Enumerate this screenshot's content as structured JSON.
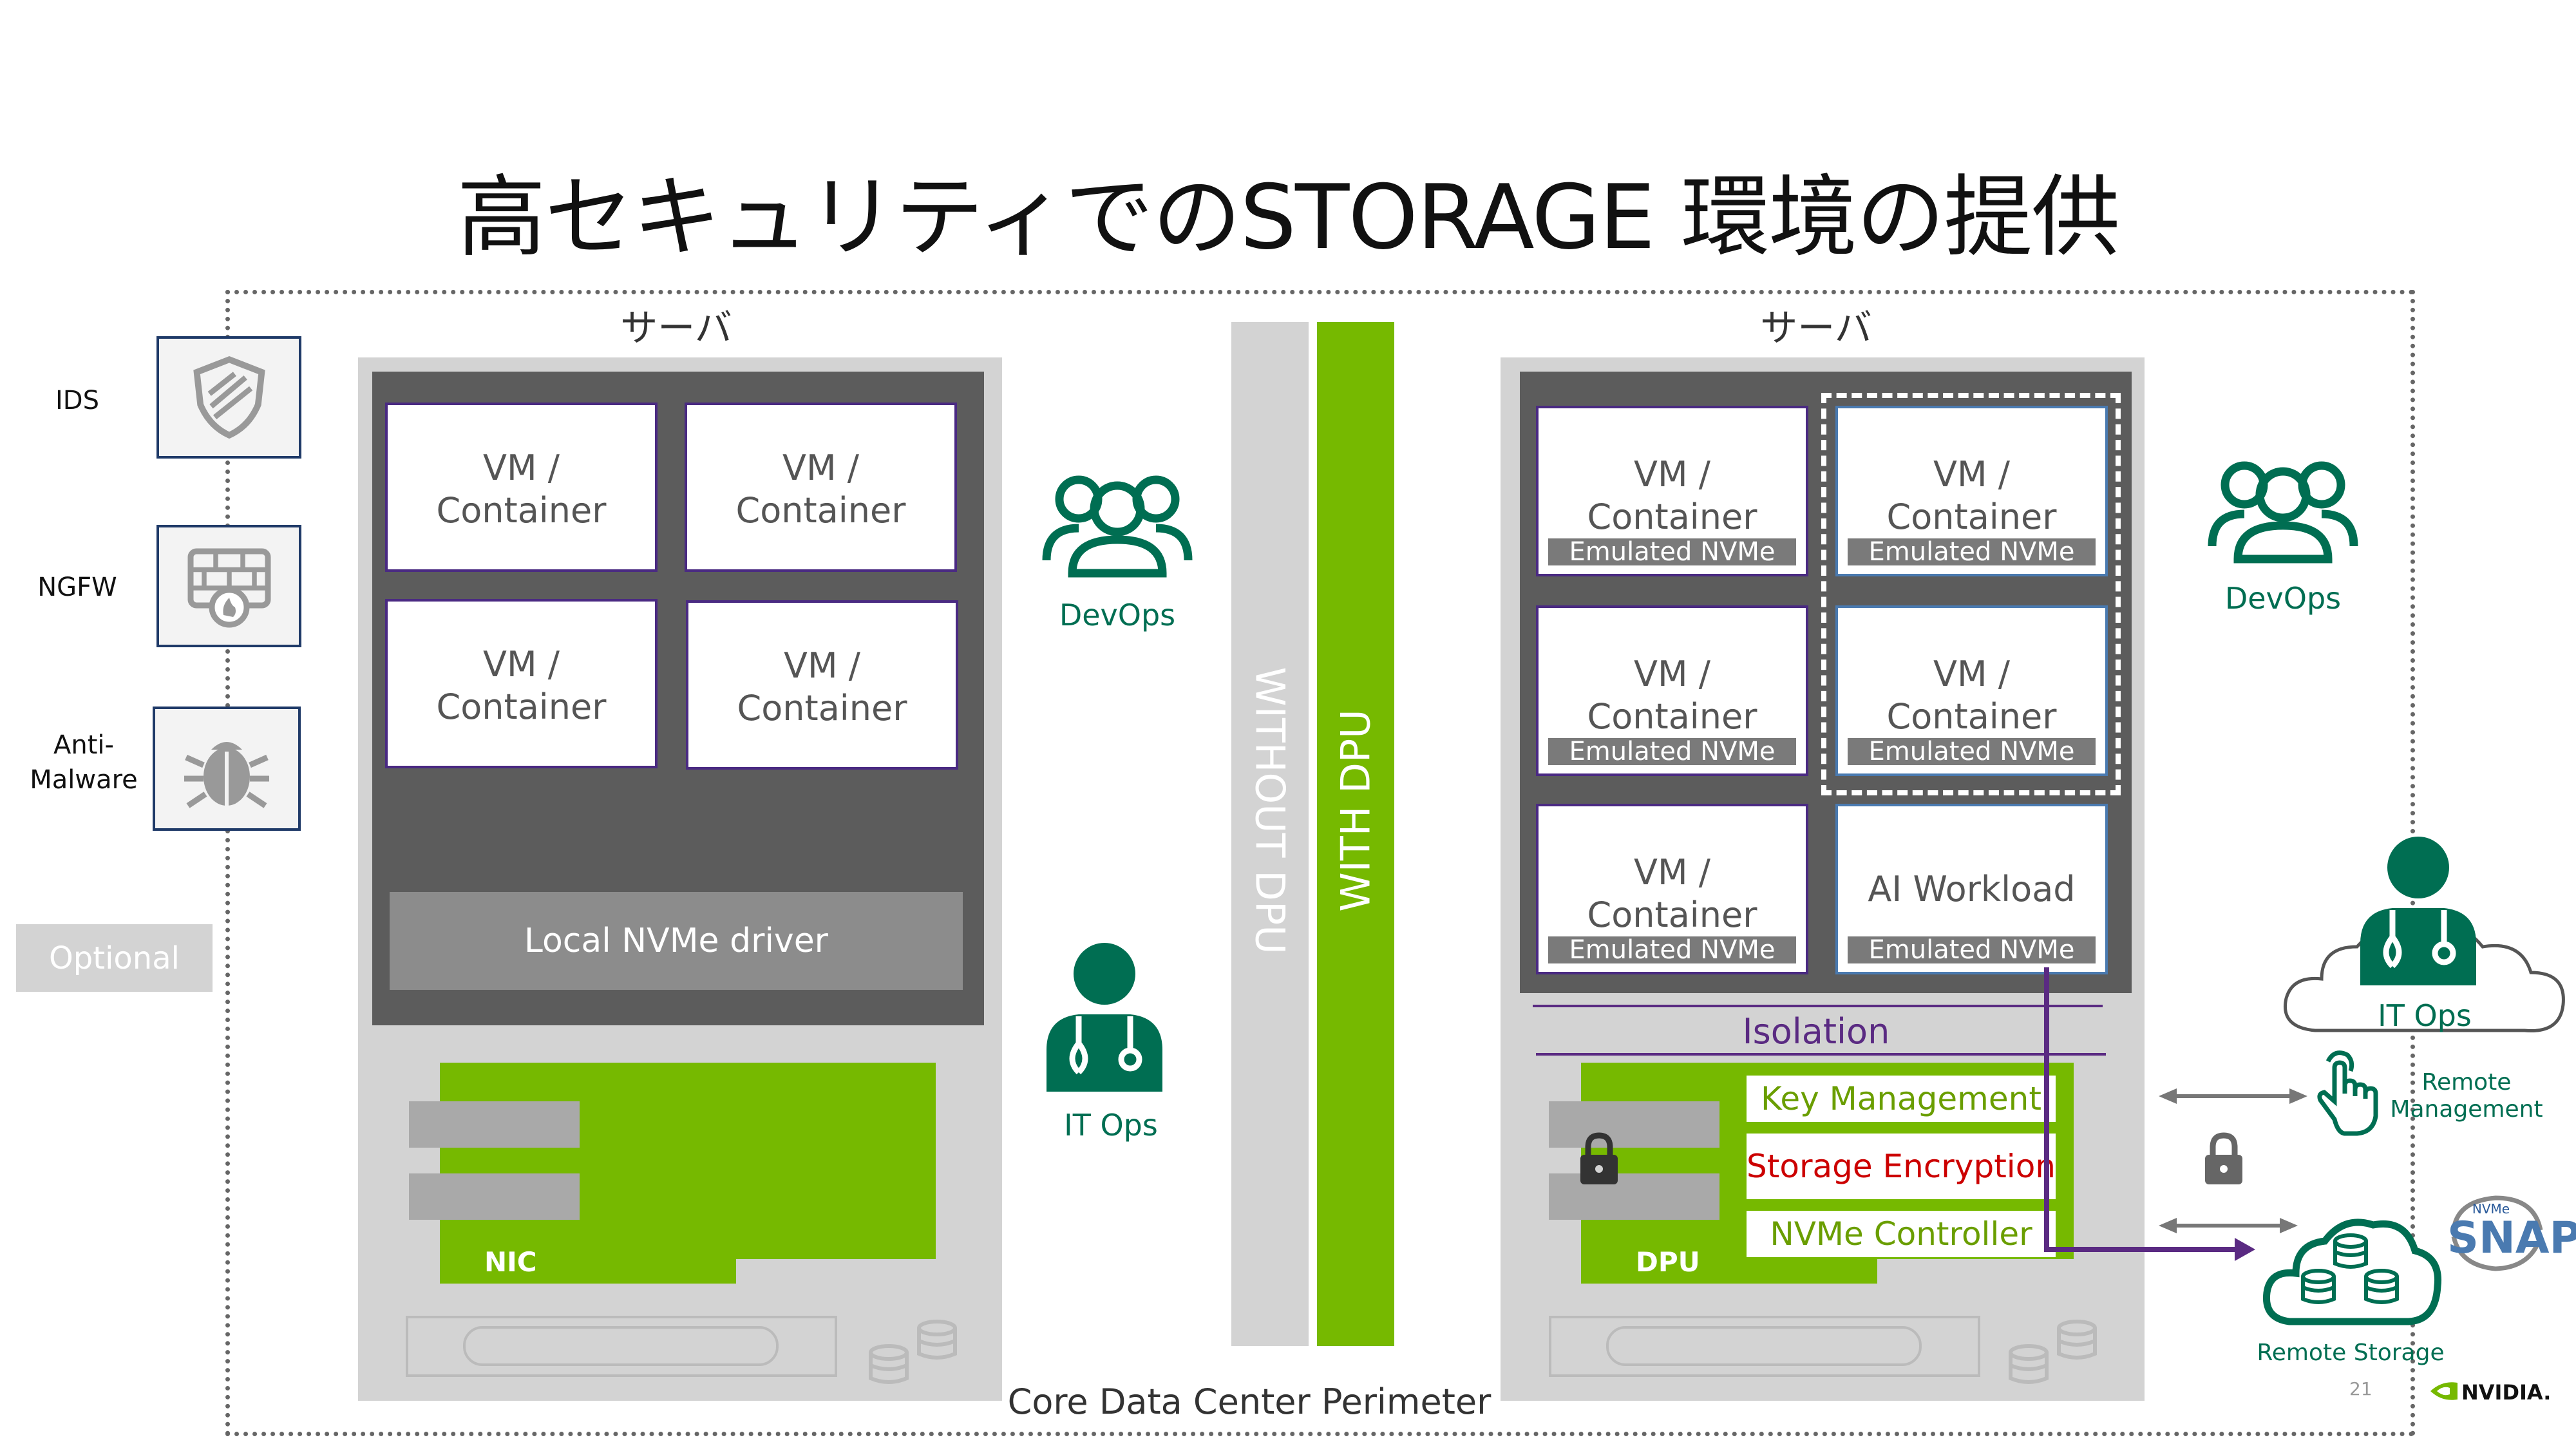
{
  "title": "高セキュリティでのSTORAGE 環境の提供",
  "perimeter_label": "Core Data Center Perimeter",
  "security": [
    {
      "label": "IDS",
      "icon": "shield-icon"
    },
    {
      "label": "NGFW",
      "icon": "firewall-icon"
    },
    {
      "label": "Anti-\nMalware",
      "icon": "bug-icon"
    }
  ],
  "optional_label": "Optional",
  "left_server": {
    "label": "サーバ",
    "vms": [
      "VM /\nContainer",
      "VM /\nContainer",
      "VM /\nContainer",
      "VM /\nContainer"
    ],
    "driver": "Local NVMe driver",
    "card": "NIC"
  },
  "bars": {
    "without": "WITHOUT DPU",
    "with": "WITH DPU"
  },
  "people": {
    "devops": "DevOps",
    "itops": "IT Ops"
  },
  "right_server": {
    "label": "サーバ",
    "vms": [
      {
        "label": "VM /\nContainer",
        "emu": "Emulated NVMe"
      },
      {
        "label": "VM /\nContainer",
        "emu": "Emulated NVMe"
      },
      {
        "label": "VM /\nContainer",
        "emu": "Emulated NVMe"
      },
      {
        "label": "VM /\nContainer",
        "emu": "Emulated NVMe"
      },
      {
        "label": "VM /\nContainer",
        "emu": "Emulated NVMe"
      },
      {
        "label": "AI Workload",
        "emu": "Emulated NVMe"
      }
    ],
    "isolation": "Isolation",
    "dpu_items": [
      "Key Management",
      "Storage Encryption",
      "NVMe Controller"
    ],
    "card": "DPU"
  },
  "remote": {
    "management": "Remote\nManagement",
    "storage": "Remote Storage",
    "it_ops": "IT Ops",
    "snap_small": "NVMe",
    "snap": "SNAP"
  },
  "footer": {
    "page": "21",
    "brand": "NVIDIA."
  },
  "colors": {
    "green": "#76b900",
    "teal": "#006e52",
    "purple": "#5a2a82",
    "red": "#cc0000"
  }
}
